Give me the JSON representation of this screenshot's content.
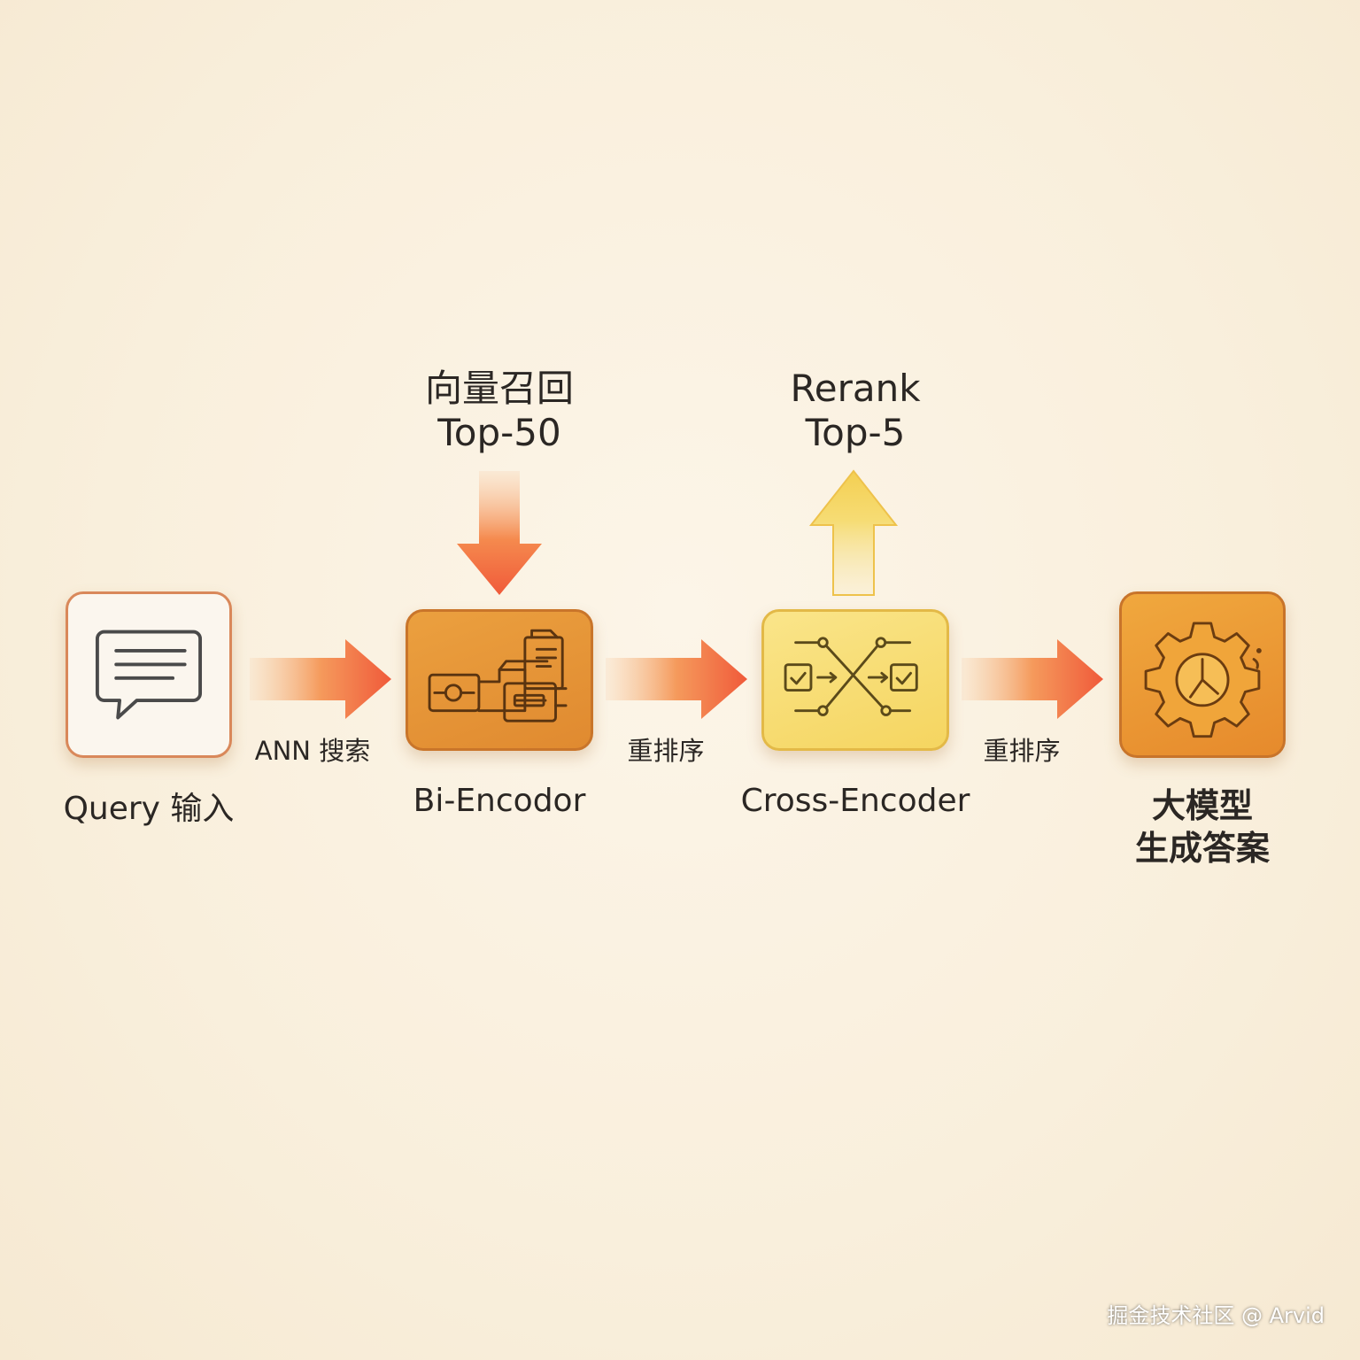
{
  "nodes": {
    "query": {
      "label": "Query 输入",
      "icon": "chat-bubble-icon"
    },
    "bi_encoder": {
      "label": "Bi-Encodor",
      "icon": "document-vectors-icon"
    },
    "cross_encoder": {
      "label": "Cross-Encoder",
      "icon": "cross-match-icon"
    },
    "llm": {
      "label": "大模型\n生成答案",
      "icon": "gear-icon"
    }
  },
  "edges": [
    {
      "from": "query",
      "to": "bi_encoder",
      "label": "ANN 搜索"
    },
    {
      "from": "bi_encoder",
      "to": "cross_encoder",
      "label": "重排序"
    },
    {
      "from": "cross_encoder",
      "to": "llm",
      "label": "重排序"
    }
  ],
  "annotations": {
    "input_arrow": "向量召回\nTop-50",
    "output_arrow": "Rerank\nTop-5"
  },
  "watermark": "掘金技术社区 @ Arvid",
  "colors": {
    "arrow_red": "#f05a3a",
    "node_orange": "#e8962f",
    "node_yellow": "#f7dc70",
    "arrow_yellow": "#f6d55a"
  }
}
